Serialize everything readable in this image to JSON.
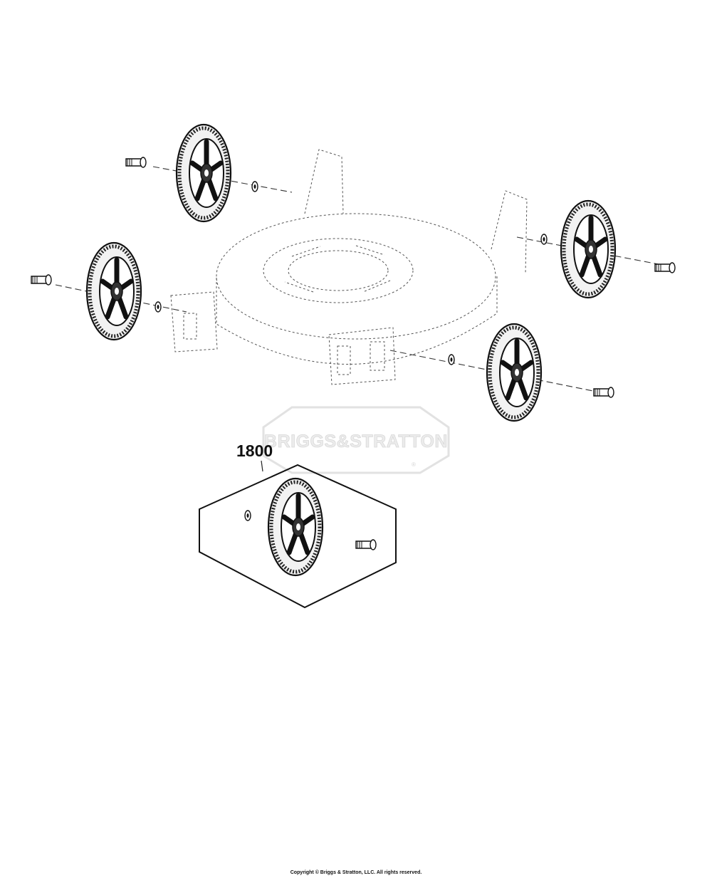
{
  "callout": {
    "part_number": "1800"
  },
  "watermark": {
    "brand": "BRIGGS&STRATTON",
    "registered": "®"
  },
  "footer": {
    "copyright": "Copyright © Briggs & Stratton, LLC. All rights reserved."
  }
}
